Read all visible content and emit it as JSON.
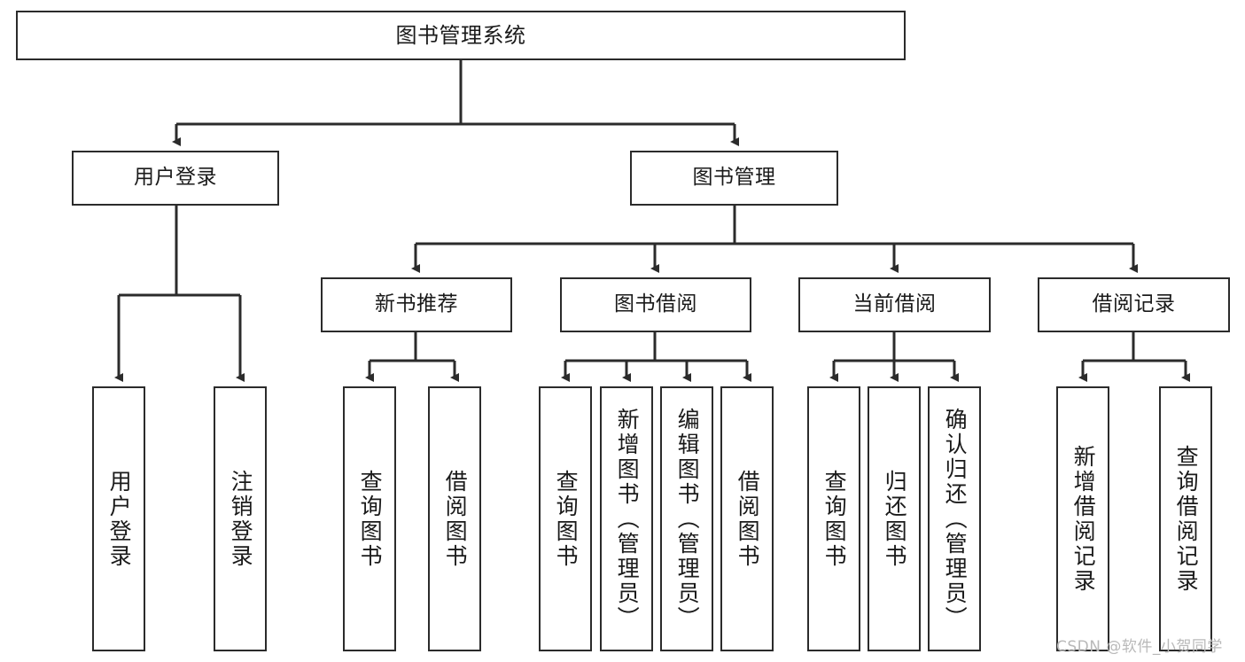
{
  "diagram": {
    "title": "图书管理系统",
    "background_color": "#ffffff",
    "line_color": "#2b2b2b",
    "box_border_color": "#2b2b2b",
    "text_color": "#1a1a1a",
    "nodes": {
      "root": {
        "label": "图书管理系统"
      },
      "user_login": {
        "label": "用户登录"
      },
      "book_manage": {
        "label": "图书管理"
      },
      "new_book_rec": {
        "label": "新书推荐"
      },
      "book_borrow": {
        "label": "图书借阅"
      },
      "current_borrow": {
        "label": "当前借阅"
      },
      "borrow_record": {
        "label": "借阅记录"
      },
      "leaf_user_login": {
        "label": "用户登录"
      },
      "leaf_logout": {
        "label": "注销登录"
      },
      "leaf_query_book_1": {
        "label": "查询图书"
      },
      "leaf_borrow_book_1": {
        "label": "借阅图书"
      },
      "leaf_query_book_2": {
        "label": "查询图书"
      },
      "leaf_add_book": {
        "label": "新增图书（管理员）"
      },
      "leaf_edit_book": {
        "label": "编辑图书（管理员）"
      },
      "leaf_borrow_book_2": {
        "label": "借阅图书"
      },
      "leaf_query_book_3": {
        "label": "查询图书"
      },
      "leaf_return_book": {
        "label": "归还图书"
      },
      "leaf_confirm_return": {
        "label": "确认归还（管理员）"
      },
      "leaf_add_record": {
        "label": "新增借阅记录"
      },
      "leaf_query_record": {
        "label": "查询借阅记录"
      }
    },
    "watermark": "CSDN @软件_小贺同学"
  }
}
